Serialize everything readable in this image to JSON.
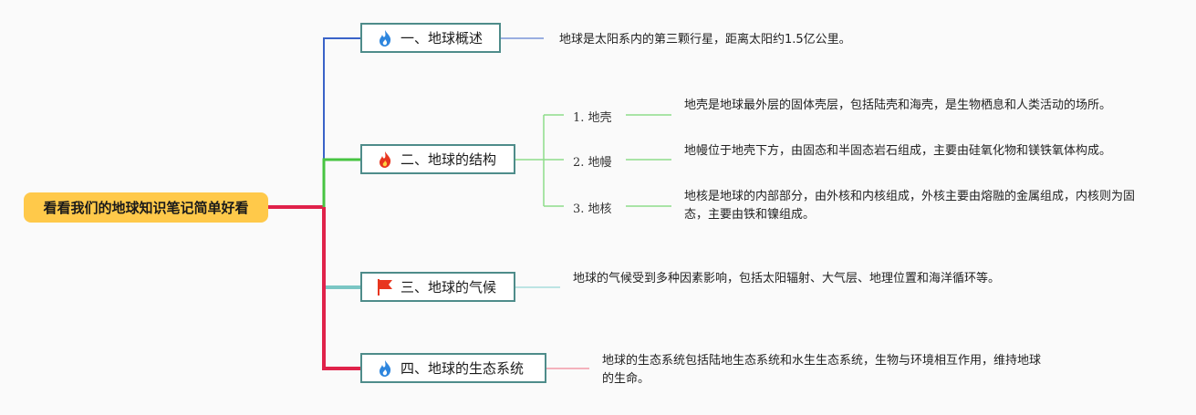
{
  "root": {
    "label": "看看我们的地球知识笔记简单好看"
  },
  "branches": [
    {
      "label": "一、地球概述",
      "icon": "blue-flame-icon",
      "color": "#3a63c8",
      "note": "地球是太阳系内的第三颗行星，距离太阳约1.5亿公里。"
    },
    {
      "label": "二、地球的结构",
      "icon": "red-flame-icon",
      "color": "#47c441",
      "children": [
        {
          "label": "1. 地壳",
          "note": "地壳是地球最外层的固体壳层，包括陆壳和海壳，是生物栖息和人类活动的场所。"
        },
        {
          "label": "2. 地幔",
          "note": "地幔位于地壳下方，由固态和半固态岩石组成，主要由硅氧化物和镁铁氧体构成。"
        },
        {
          "label": "3. 地核",
          "note": "地核是地球的内部部分，由外核和内核组成，外核主要由熔融的金属组成，内核则为固态，主要由铁和镍组成。"
        }
      ]
    },
    {
      "label": "三、地球的气候",
      "icon": "red-flag-icon",
      "color": "#7ac6c4",
      "note": "地球的气候受到多种因素影响，包括太阳辐射、大气层、地理位置和海洋循环等。"
    },
    {
      "label": "四、地球的生态系统",
      "icon": "blue-flame-icon",
      "color": "#e0224a",
      "note": "地球的生态系统包括陆地生态系统和水生生态系统，生物与环境相互作用，维持地球的生命。"
    }
  ]
}
